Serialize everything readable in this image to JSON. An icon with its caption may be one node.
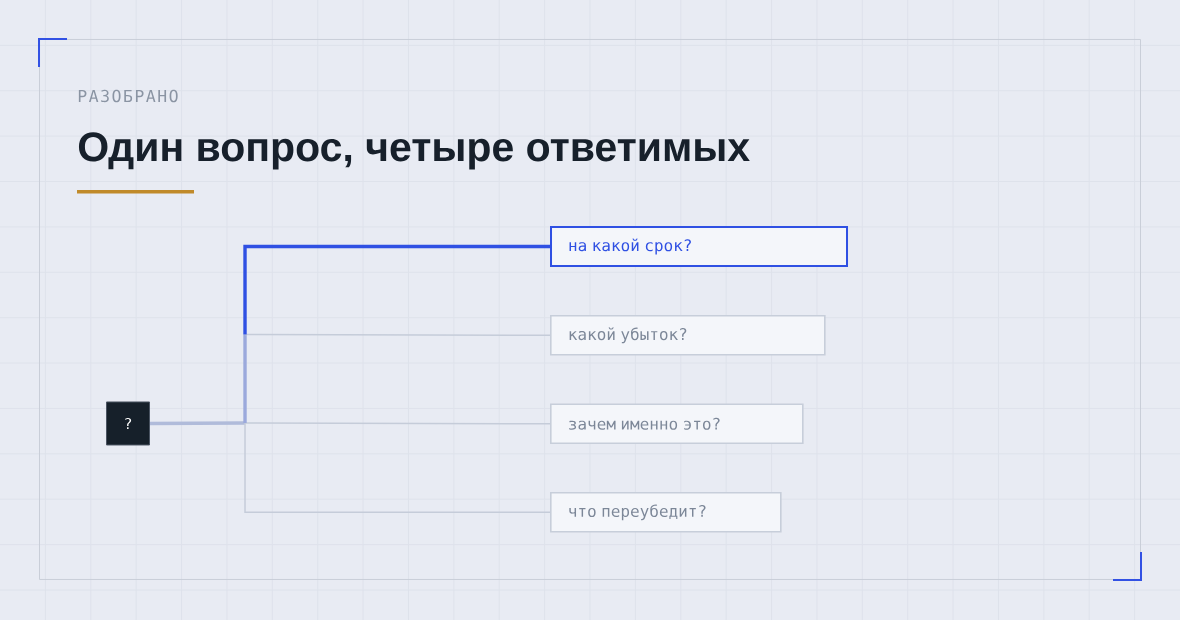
{
  "diagram": {
    "title": "Один вопрос, четыре ответимых",
    "nodes": [
      {
        "text": [
          "?"
        ]
      },
      {
        "text": [
          "на какой срок?"
        ]
      },
      {
        "text": [
          "какой убыток?"
        ]
      },
      {
        "text": [
          "зачем именно это?"
        ]
      },
      {
        "text": [
          "что переубедит?"
        ]
      }
    ],
    "edges": [
      {
        "from": 0,
        "to": 1,
        "arrow": "none",
        "style": "thick",
        "color": "#2f50e3"
      },
      {
        "from": 0,
        "to": 2,
        "arrow": "none"
      },
      {
        "from": 0,
        "to": 3,
        "arrow": "none"
      },
      {
        "from": 0,
        "to": 4,
        "arrow": "none"
      }
    ],
    "labels": [
      "РАЗОБРАНО"
    ]
  }
}
